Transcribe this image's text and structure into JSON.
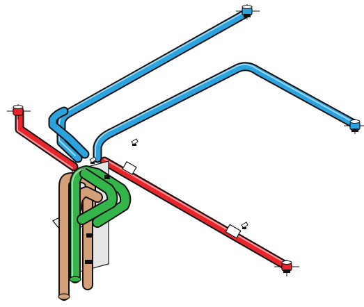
{
  "colors": {
    "supply": "#e8252b",
    "extract": "#2aa3de",
    "intake": "#33b54a",
    "exhaust": "#d4a07a",
    "outline": "#111111",
    "sleeve": "#ffffff",
    "unit_panel": "#e6e6e6"
  },
  "ducts": {
    "blue_long": {
      "color_key": "extract"
    },
    "blue_right": {
      "color_key": "extract"
    },
    "red_left": {
      "color_key": "supply"
    },
    "red_run": {
      "color_key": "supply"
    },
    "green": {
      "color_key": "intake"
    },
    "tan": {
      "color_key": "exhaust"
    }
  },
  "terminals": [
    {
      "id": "valve-blue-top",
      "icon": "air-valve-icon"
    },
    {
      "id": "valve-blue-right",
      "icon": "air-valve-icon"
    },
    {
      "id": "valve-red-left",
      "icon": "air-valve-icon"
    },
    {
      "id": "valve-red-bottom",
      "icon": "air-valve-icon"
    }
  ],
  "hangers": [
    {
      "id": "hanger-1",
      "icon": "duct-hanger-icon"
    },
    {
      "id": "hanger-2",
      "icon": "duct-hanger-icon"
    },
    {
      "id": "hanger-3",
      "icon": "duct-hanger-icon"
    }
  ],
  "unit": {
    "icon": "ventilation-unit-icon"
  }
}
